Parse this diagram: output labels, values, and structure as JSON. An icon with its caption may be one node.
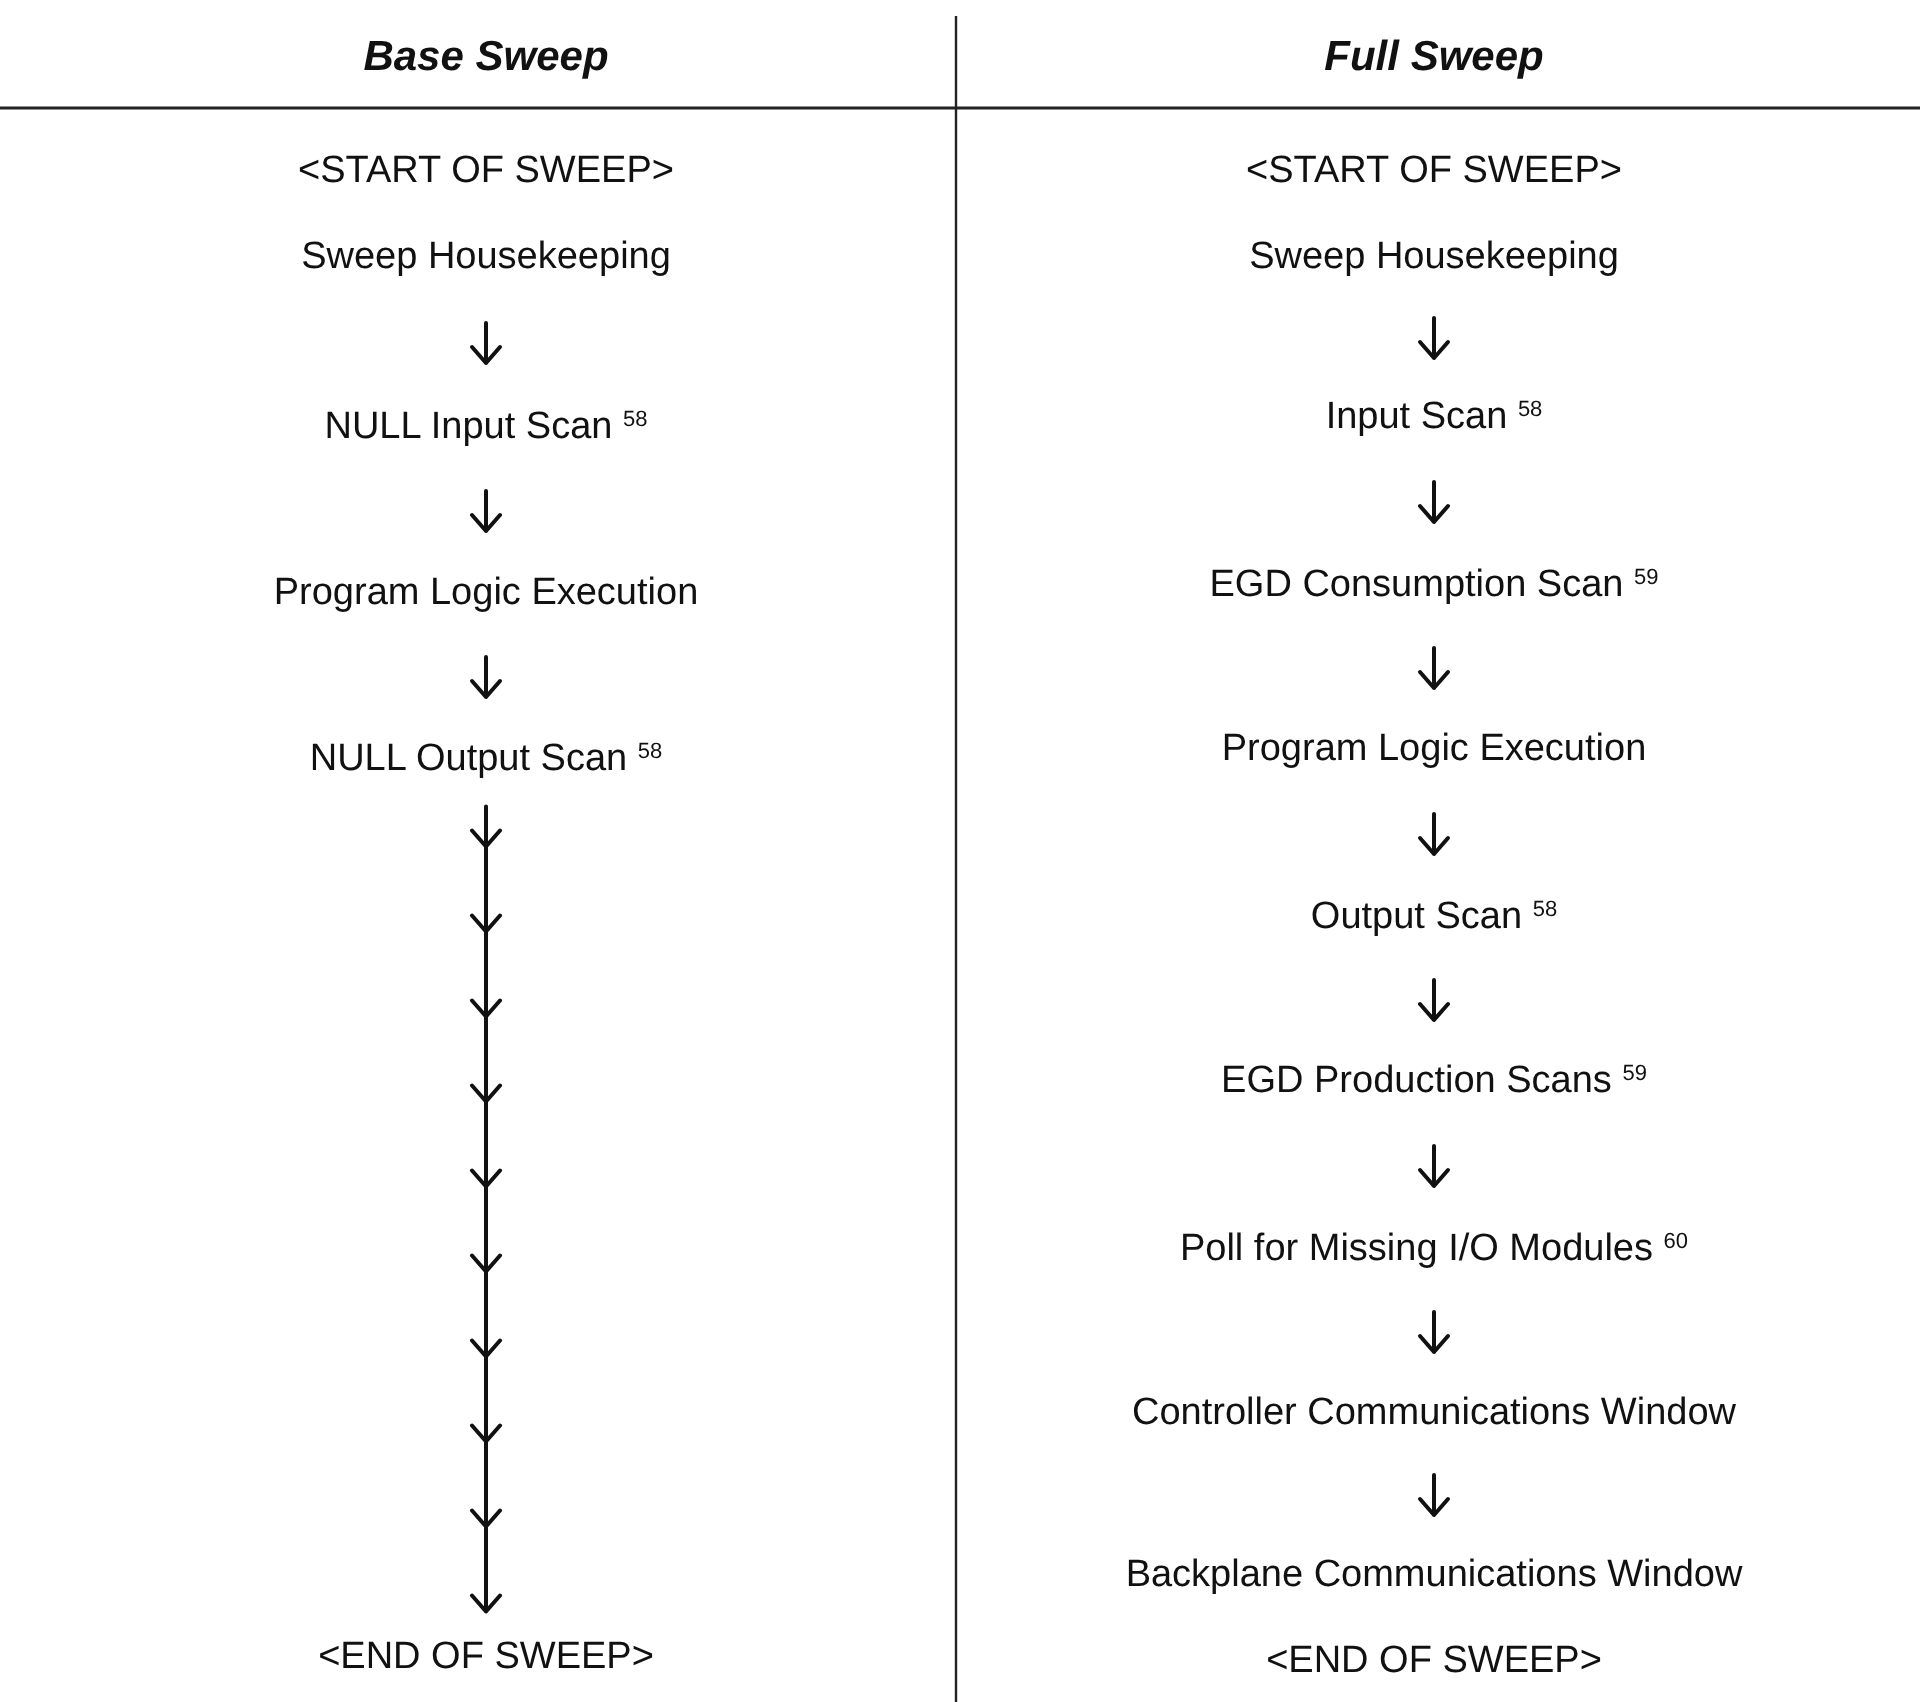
{
  "diagram": {
    "nodes": [
      {
        "text": [
          "<START OF SWEEP>"
        ]
      },
      {
        "text": [
          "Sweep Housekeeping"
        ]
      },
      {
        "text": [
          "NULL Input Scan $^{58}$"
        ]
      },
      {
        "text": [
          "Program Logic Execution"
        ]
      },
      {
        "text": [
          "NULL Output Scan $^{58}$"
        ]
      },
      {
        "text": [
          "<END OF SWEEP>"
        ]
      },
      {
        "text": [
          "<START OF SWEEP>"
        ]
      },
      {
        "text": [
          "Sweep Housekeeping"
        ]
      },
      {
        "text": [
          "Input Scan $^{58}$"
        ]
      },
      {
        "text": [
          "EGD Consumption Scan $^{59}$"
        ]
      },
      {
        "text": [
          "Program Logic Execution"
        ]
      },
      {
        "text": [
          "Output Scan $^{58}$"
        ]
      },
      {
        "text": [
          "EGD Production Scans $^{59}$"
        ]
      },
      {
        "text": [
          "Poll for Missing I/O Modules $^{60}$"
        ]
      },
      {
        "text": [
          "Controller Communications Window"
        ]
      },
      {
        "text": [
          "Backplane Communications Window"
        ]
      },
      {
        "text": [
          "<END OF SWEEP>"
        ]
      }
    ],
    "edges": [
      {
        "from": 1,
        "to": 2,
        "arrow": "to"
      },
      {
        "from": 2,
        "to": 3,
        "arrow": "to"
      },
      {
        "from": 3,
        "to": 4,
        "arrow": "to"
      },
      {
        "from": 4,
        "to": 5,
        "arrow": "to"
      },
      {
        "from": 7,
        "to": 8,
        "arrow": "to"
      },
      {
        "from": 8,
        "to": 9,
        "arrow": "to"
      },
      {
        "from": 9,
        "to": 10,
        "arrow": "to"
      },
      {
        "from": 10,
        "to": 11,
        "arrow": "to"
      },
      {
        "from": 11,
        "to": 12,
        "arrow": "to"
      },
      {
        "from": 12,
        "to": 13,
        "arrow": "to"
      },
      {
        "from": 13,
        "to": 14,
        "arrow": "to"
      },
      {
        "from": 14,
        "to": 15,
        "arrow": "to"
      }
    ],
    "labels": [
      "Base Sweep",
      "Full Sweep"
    ]
  }
}
